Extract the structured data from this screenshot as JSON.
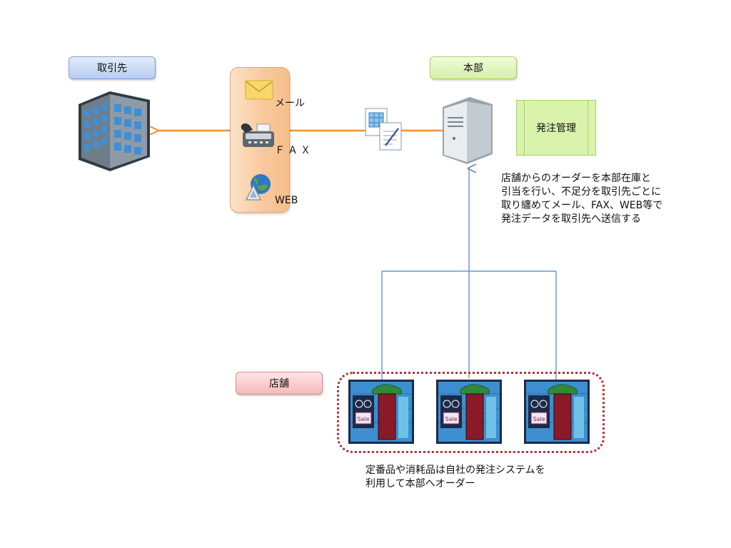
{
  "tags": {
    "suppliers": "取引先",
    "headquarters": "本部",
    "stores": "店舗"
  },
  "methods": {
    "mail": "メール",
    "fax": "ＦＡＸ",
    "web": "WEB"
  },
  "order_management": "発注管理",
  "hq_note": "店舗からのオーダーを本部在庫と\n引当を行い、不足分を取引先ごとに\n取り纏めてメール、FAX、WEB等で\n発注データを取引先へ送信する",
  "store_note": "定番品や消耗品は自社の発注システムを\n利用して本部へオーダー",
  "store_sign": "Sale",
  "colors": {
    "orange_arrow": "#f0903a",
    "blue_line": "#4f7fc0",
    "tag_blue": "#b7cdf0",
    "tag_green": "#d6f0a6",
    "tag_red": "#f6b9b9",
    "order_box": "#d9f3ad",
    "stores_border": "#b0353a"
  },
  "icons": [
    "office-building-icon",
    "envelope-icon",
    "fax-icon",
    "web-globe-icon",
    "document-icon",
    "server-icon",
    "storefront-icon"
  ]
}
